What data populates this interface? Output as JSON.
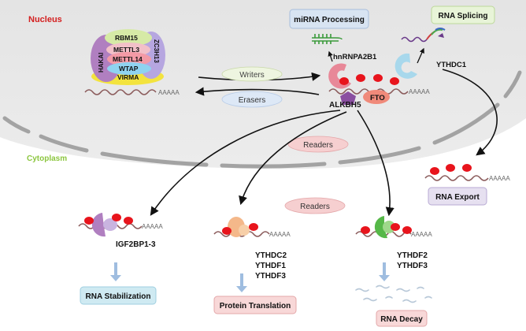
{
  "compartments": {
    "nucleus": "Nucleus",
    "cytoplasm": "Cytoplasm"
  },
  "writer_complex": [
    "RBM15",
    "METTL3",
    "METTL14",
    "WTAP",
    "VIRMA",
    "HAKAI",
    "ZC3H13"
  ],
  "pathways": {
    "writers": "Writers",
    "erasers": "Erasers",
    "readers_upper": "Readers",
    "readers_lower": "Readers"
  },
  "erasers": {
    "alkbh5": "ALKBH5",
    "fto": "FTO"
  },
  "nuclear_readers": {
    "hnrnpa2b1": "hnRNPA2B1",
    "ythdc1": "YTHDC1"
  },
  "processes": {
    "mirna_processing": "miRNA Processing",
    "rna_splicing": "RNA Splicing",
    "rna_export": "RNA Export",
    "rna_stabilization": "RNA Stabilization",
    "protein_translation": "Protein Translation",
    "rna_decay": "RNA Decay"
  },
  "cytoplasmic_readers": {
    "igf2bp": "IGF2BP1-3",
    "ythdc2": "YTHDC2",
    "ythdf1": "YTHDF1",
    "ythdf3_a": "YTHDF3",
    "ythdf2": "YTHDF2",
    "ythdf3_b": "YTHDF3"
  },
  "poly_a": "AAAAA",
  "colors": {
    "nucleus_fill": "#e8e8e8",
    "envelope": "#a0a0a0",
    "nucleus_label": "#d42020",
    "cytoplasm_label": "#8cc63f",
    "m6a_mark": "#e8141c",
    "writers_pill": "#eef5e0",
    "erasers_pill": "#dde8f6",
    "readers_pill": "#f6cfd0",
    "box_blue": "#d8e4f2",
    "box_green": "#e8f4d8",
    "box_purple": "#e6e0f0",
    "box_cyan": "#cfeaf2",
    "box_pink": "#f8d8d8",
    "arrow_blue": "#9fbde0"
  }
}
